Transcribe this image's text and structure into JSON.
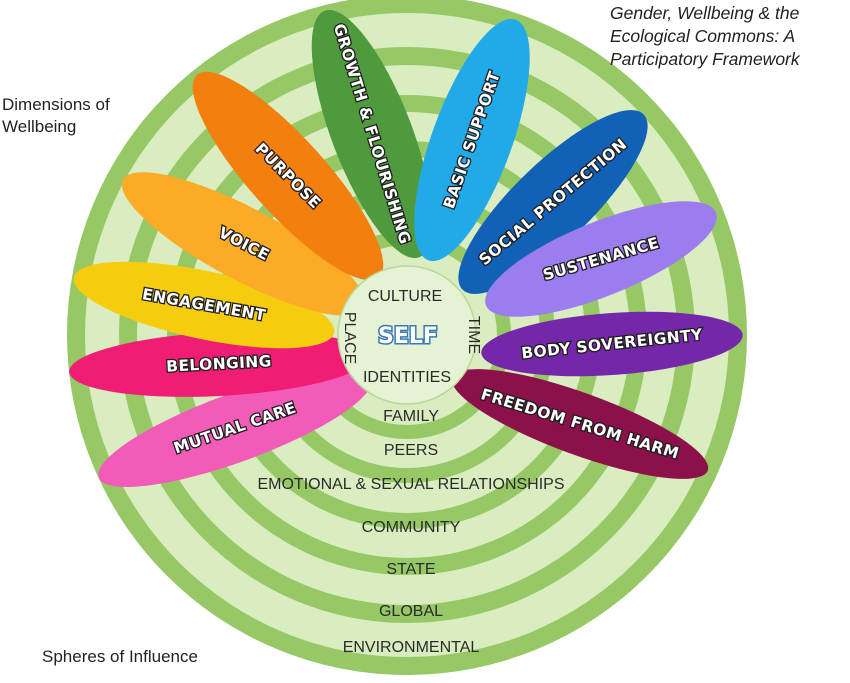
{
  "title": {
    "lines": [
      "Gender, Wellbeing & the",
      "Ecological Commons:  A",
      "Participatory Framework"
    ]
  },
  "dimensions_label": {
    "lines": [
      "Dimensions of",
      "Wellbeing"
    ]
  },
  "spheres_label": "Spheres of Influence",
  "center": {
    "self": "SELF",
    "top": "CULTURE",
    "bottom": "IDENTITIES",
    "left": "PLACE",
    "right": "TIME"
  },
  "spheres": [
    "FAMILY",
    "PEERS",
    "EMOTIONAL & SEXUAL RELATIONSHIPS",
    "COMMUNITY",
    "STATE",
    "GLOBAL",
    "ENVIRONMENTAL"
  ],
  "petals": [
    {
      "label": "GROWTH & FLOURISHING",
      "color": "#4f9a3c"
    },
    {
      "label": "BASIC SUPPORT",
      "color": "#22a9e8"
    },
    {
      "label": "SOCIAL PROTECTION",
      "color": "#1161b6"
    },
    {
      "label": "SUSTENANCE",
      "color": "#9b7df0"
    },
    {
      "label": "BODY SOVEREIGNTY",
      "color": "#7427a8"
    },
    {
      "label": "FREEDOM FROM HARM",
      "color": "#8c1049"
    },
    {
      "label": "MUTUAL CARE",
      "color": "#f25cb8"
    },
    {
      "label": "BELONGING",
      "color": "#ef1d74"
    },
    {
      "label": "ENGAGEMENT",
      "color": "#f5cd0e"
    },
    {
      "label": "VOICE",
      "color": "#fbab25"
    },
    {
      "label": "PURPOSE",
      "color": "#f37f0f"
    }
  ],
  "colors": {
    "ring_dark": "#96c865",
    "ring_light": "#d9edc1",
    "center_fill": "#e5f2d3",
    "self_outline": "#3a78b8"
  }
}
